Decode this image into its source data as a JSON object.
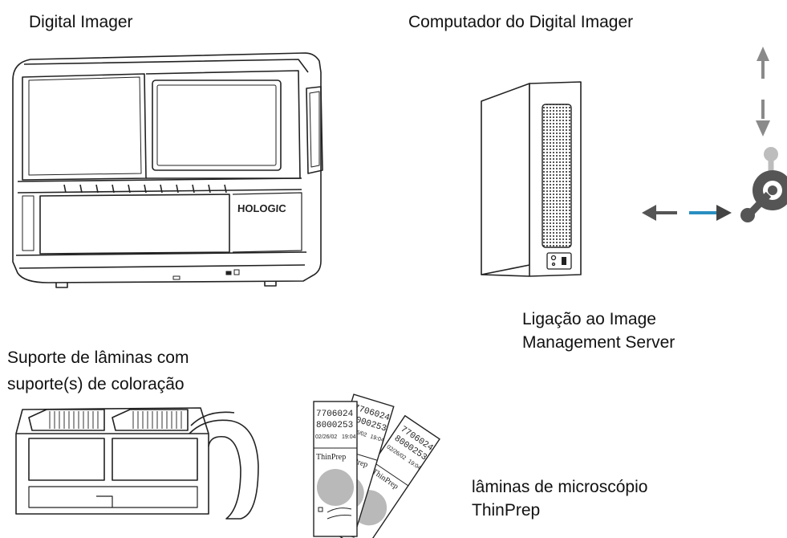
{
  "labels": {
    "imager": "Digital Imager",
    "computer": "Computador do Digital Imager",
    "connection_line1": "Ligação ao Image",
    "connection_line2": "Management Server",
    "rack_line1": "Suporte de lâminas com",
    "rack_line2": "suporte(s) de coloração",
    "slides_line1": "lâminas de microscópio",
    "slides_line2": "ThinPrep"
  },
  "imager_brand": "HOLOGIC",
  "slides": [
    {
      "line1": "7706024",
      "line2": "8000253",
      "date": "02/26/02",
      "time": "19:04",
      "brand": "ThinPrep"
    },
    {
      "line1": "7706024",
      "line2": "8000253",
      "date": "02/26/02",
      "time": "19:04",
      "brand": "ThinPrep"
    },
    {
      "line1": "7706024",
      "line2": "8000253",
      "date": "02/26/02",
      "time": "19:04",
      "brand": "ThinPrep"
    }
  ],
  "colors": {
    "line": "#222222",
    "arrow_gray": "#8a8a8a",
    "arrow_blue": "#2a8fc0",
    "network_icon": "#555555",
    "circle_gray": "#b9b9b9"
  }
}
